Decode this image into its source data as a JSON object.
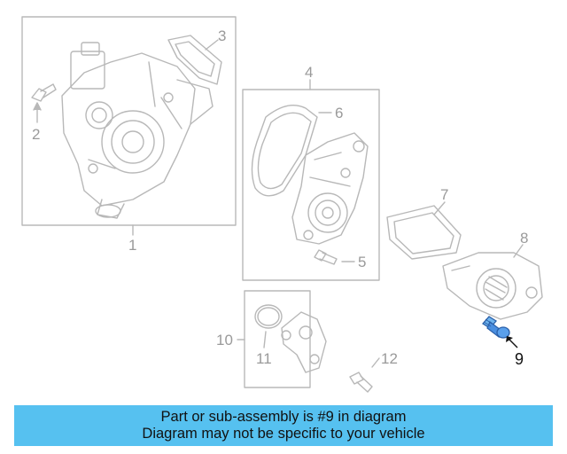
{
  "diagram": {
    "callouts": [
      {
        "id": "1",
        "label": "1"
      },
      {
        "id": "2",
        "label": "2"
      },
      {
        "id": "3",
        "label": "3"
      },
      {
        "id": "4",
        "label": "4"
      },
      {
        "id": "5",
        "label": "5"
      },
      {
        "id": "6",
        "label": "6"
      },
      {
        "id": "7",
        "label": "7"
      },
      {
        "id": "8",
        "label": "8"
      },
      {
        "id": "9",
        "label": "9"
      },
      {
        "id": "10",
        "label": "10"
      },
      {
        "id": "11",
        "label": "11"
      },
      {
        "id": "12",
        "label": "12"
      }
    ],
    "highlighted_part": "9",
    "line_color": "#b8b8b8",
    "highlight_color": "#3a7fd0"
  },
  "banner": {
    "line1": "Part or sub-assembly is #9 in diagram",
    "line2": "Diagram may not be specific to your vehicle",
    "background": "#56c1f0"
  }
}
